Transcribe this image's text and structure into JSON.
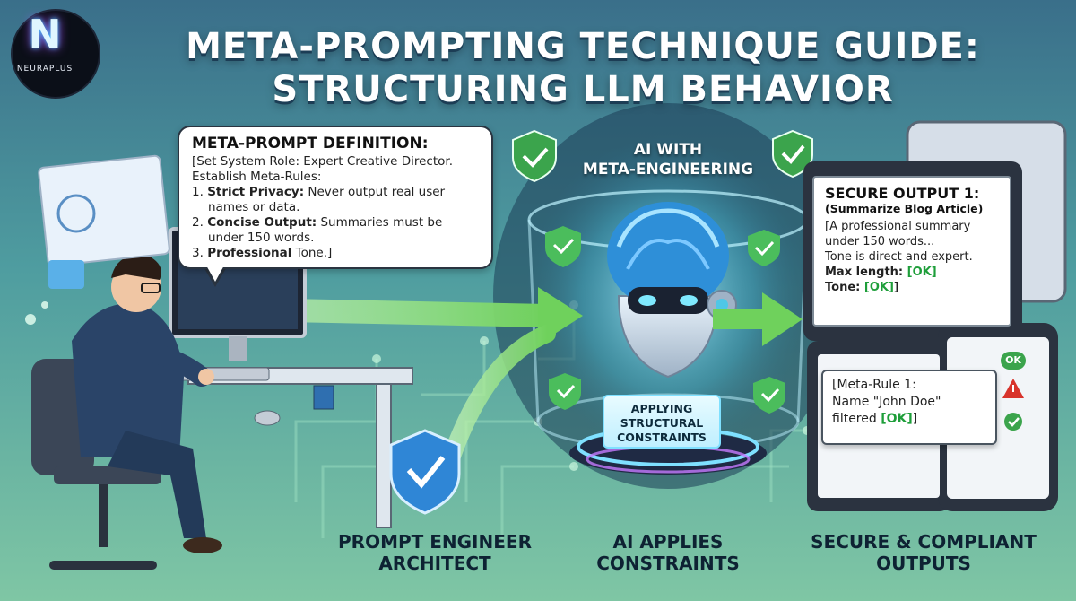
{
  "title": {
    "line1": "META-PROMPTING TECHNIQUE GUIDE:",
    "line2": "STRUCTURING LLM BEHAVIOR"
  },
  "logo": {
    "mark": "N",
    "text": "NEURAPLUS"
  },
  "definition": {
    "title": "META-PROMPT DEFINITION:",
    "line1": "[Set System Role: Expert Creative Director.",
    "line2": "Establish Meta-Rules:",
    "rule1_bold": "Strict Privacy:",
    "rule1_text": " Never output real user",
    "rule1_cont": "names or data.",
    "rule2_bold": "Concise Output:",
    "rule2_text": " Summaries must be",
    "rule2_cont": "under 150 words.",
    "rule3_bold": "Professional",
    "rule3_text": " Tone.]",
    "n1": "1.",
    "n2": "2.",
    "n3": "3."
  },
  "center": {
    "ai_line1": "AI WITH",
    "ai_line2": "META-ENGINEERING",
    "constraint_line1": "APPLYING",
    "constraint_line2": "STRUCTURAL",
    "constraint_line3": "CONSTRAINTS"
  },
  "output": {
    "title": "SECURE OUTPUT 1:",
    "subtitle": "(Summarize Blog Article)",
    "line1": "[A professional summary",
    "line2": "under 150 words...",
    "line3": "Tone is direct and expert.",
    "max_label": "Max length: ",
    "max_ok": "[OK]",
    "tone_label": "Tone: ",
    "tone_ok": "[OK]",
    "tone_end": "]"
  },
  "filter": {
    "line1": "[Meta-Rule 1:",
    "line2": "Name \"John Doe\"",
    "line3": "filtered ",
    "ok": "[OK]",
    "end": "]"
  },
  "phone": {
    "ok_badge": "OK"
  },
  "captions": {
    "left_1": "PROMPT ENGINEER",
    "left_2": "ARCHITECT",
    "mid_1": "AI APPLIES",
    "mid_2": "CONSTRAINTS",
    "right_1": "SECURE & COMPLIANT",
    "right_2": "OUTPUTS"
  },
  "colors": {
    "arrow_green": "#8fe07a",
    "check_green": "#3ba44c",
    "ok_green": "#1e9e3a",
    "cyan_glow": "#7fe0ff",
    "alert_red": "#d8342c"
  }
}
